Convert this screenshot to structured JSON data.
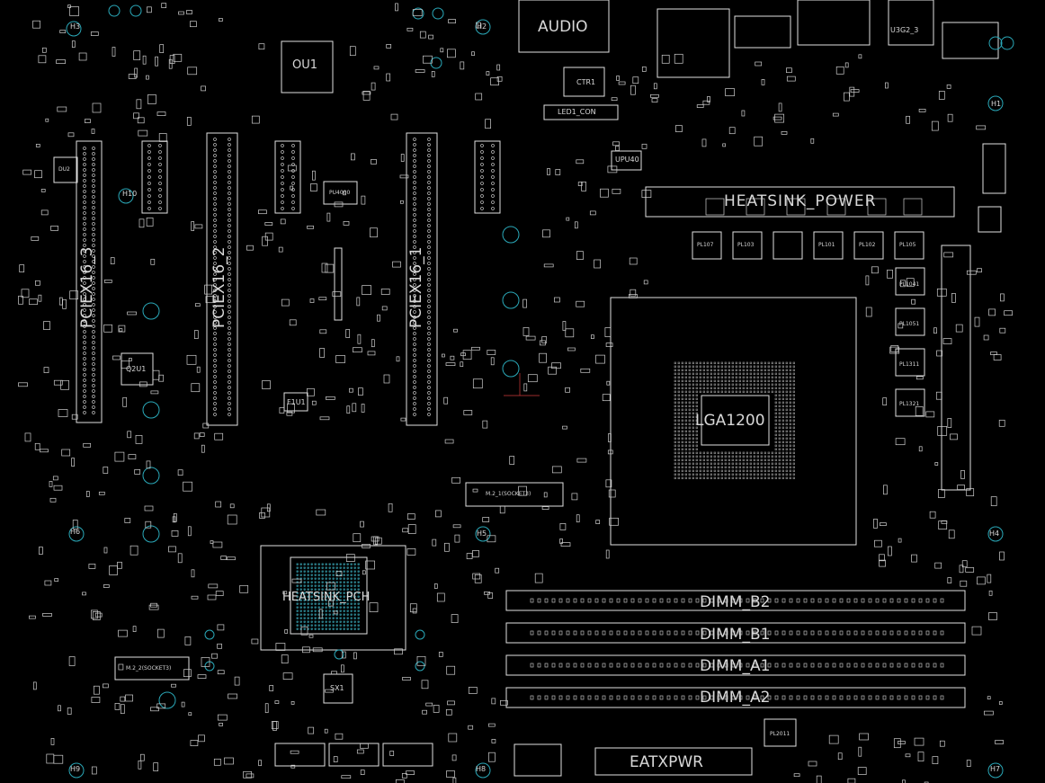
{
  "labels": {
    "audio": "AUDIO",
    "ou1": "OU1",
    "ctr1": "CTR1",
    "led1_con": "LED1_CON",
    "upu40": "UPU40",
    "heatsink_power": "HEATSINK_POWER",
    "pciex16_1": "PCIEX16_1",
    "pciex16_2": "PCIEX16_2",
    "pciex16_3": "PCIEX16_3",
    "q2u1": "Q2U1",
    "f1u1": "F1U1",
    "pu4000": "PU4000",
    "du2": "DU2",
    "m2_1": "M.2_1(SOCKET3)",
    "m2_2": "M.2_2(SOCKET3)",
    "heatsink_pch": "HEATSINK_PCH",
    "sx1": "SX1",
    "dimm_b2": "DIMM_B2",
    "dimm_b1": "DIMM_B1",
    "dimm_a1": "DIMM_A1",
    "dimm_a2": "DIMM_A2",
    "eatxpwr": "EATXPWR",
    "lga1200": "LGA1200",
    "u3g2": "U3G2_3",
    "pl2011": "PL2011",
    "pl107": "PL107",
    "pl103": "PL103",
    "pl101": "PL101",
    "pl102": "PL102",
    "pl105": "PL105",
    "pl1041": "PL1041",
    "pl1051": "PL1051",
    "pl1311": "PL1311",
    "pl1321": "PL1321",
    "h1": "H1",
    "h2": "H2",
    "h3": "H3",
    "h4": "H4",
    "h5": "H5",
    "h6": "H6",
    "h7": "H7",
    "h8": "H8",
    "h9": "H9",
    "h10": "H10"
  },
  "colors": {
    "background": "#000000",
    "outline": "#e0e0e0",
    "mounting_hole": "#2aa8b8",
    "pad_highlight": "#3fb7c8",
    "trace_red": "#d03a3a"
  }
}
